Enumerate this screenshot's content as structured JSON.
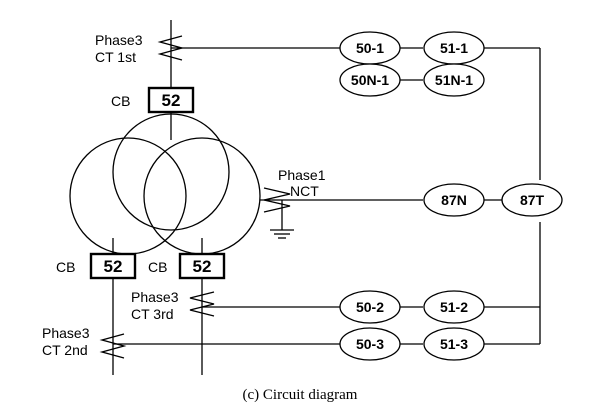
{
  "labels": {
    "ct1_line1": "Phase3",
    "ct1_line2": "CT 1st",
    "cb_top": "CB",
    "cb_left": "CB",
    "cb_right": "CB",
    "nct_line1": "Phase1",
    "nct_line2": "NCT",
    "ct3_line1": "Phase3",
    "ct3_line2": "CT 3rd",
    "ct2_line1": "Phase3",
    "ct2_line2": "CT 2nd"
  },
  "breakers": {
    "top": "52",
    "left": "52",
    "right": "52"
  },
  "relays": {
    "r50_1": "50-1",
    "r51_1": "51-1",
    "r50n_1": "50N-1",
    "r51n_1": "51N-1",
    "r87n": "87N",
    "r87t": "87T",
    "r50_2": "50-2",
    "r51_2": "51-2",
    "r50_3": "50-3",
    "r51_3": "51-3"
  },
  "caption": "(c) Circuit diagram"
}
